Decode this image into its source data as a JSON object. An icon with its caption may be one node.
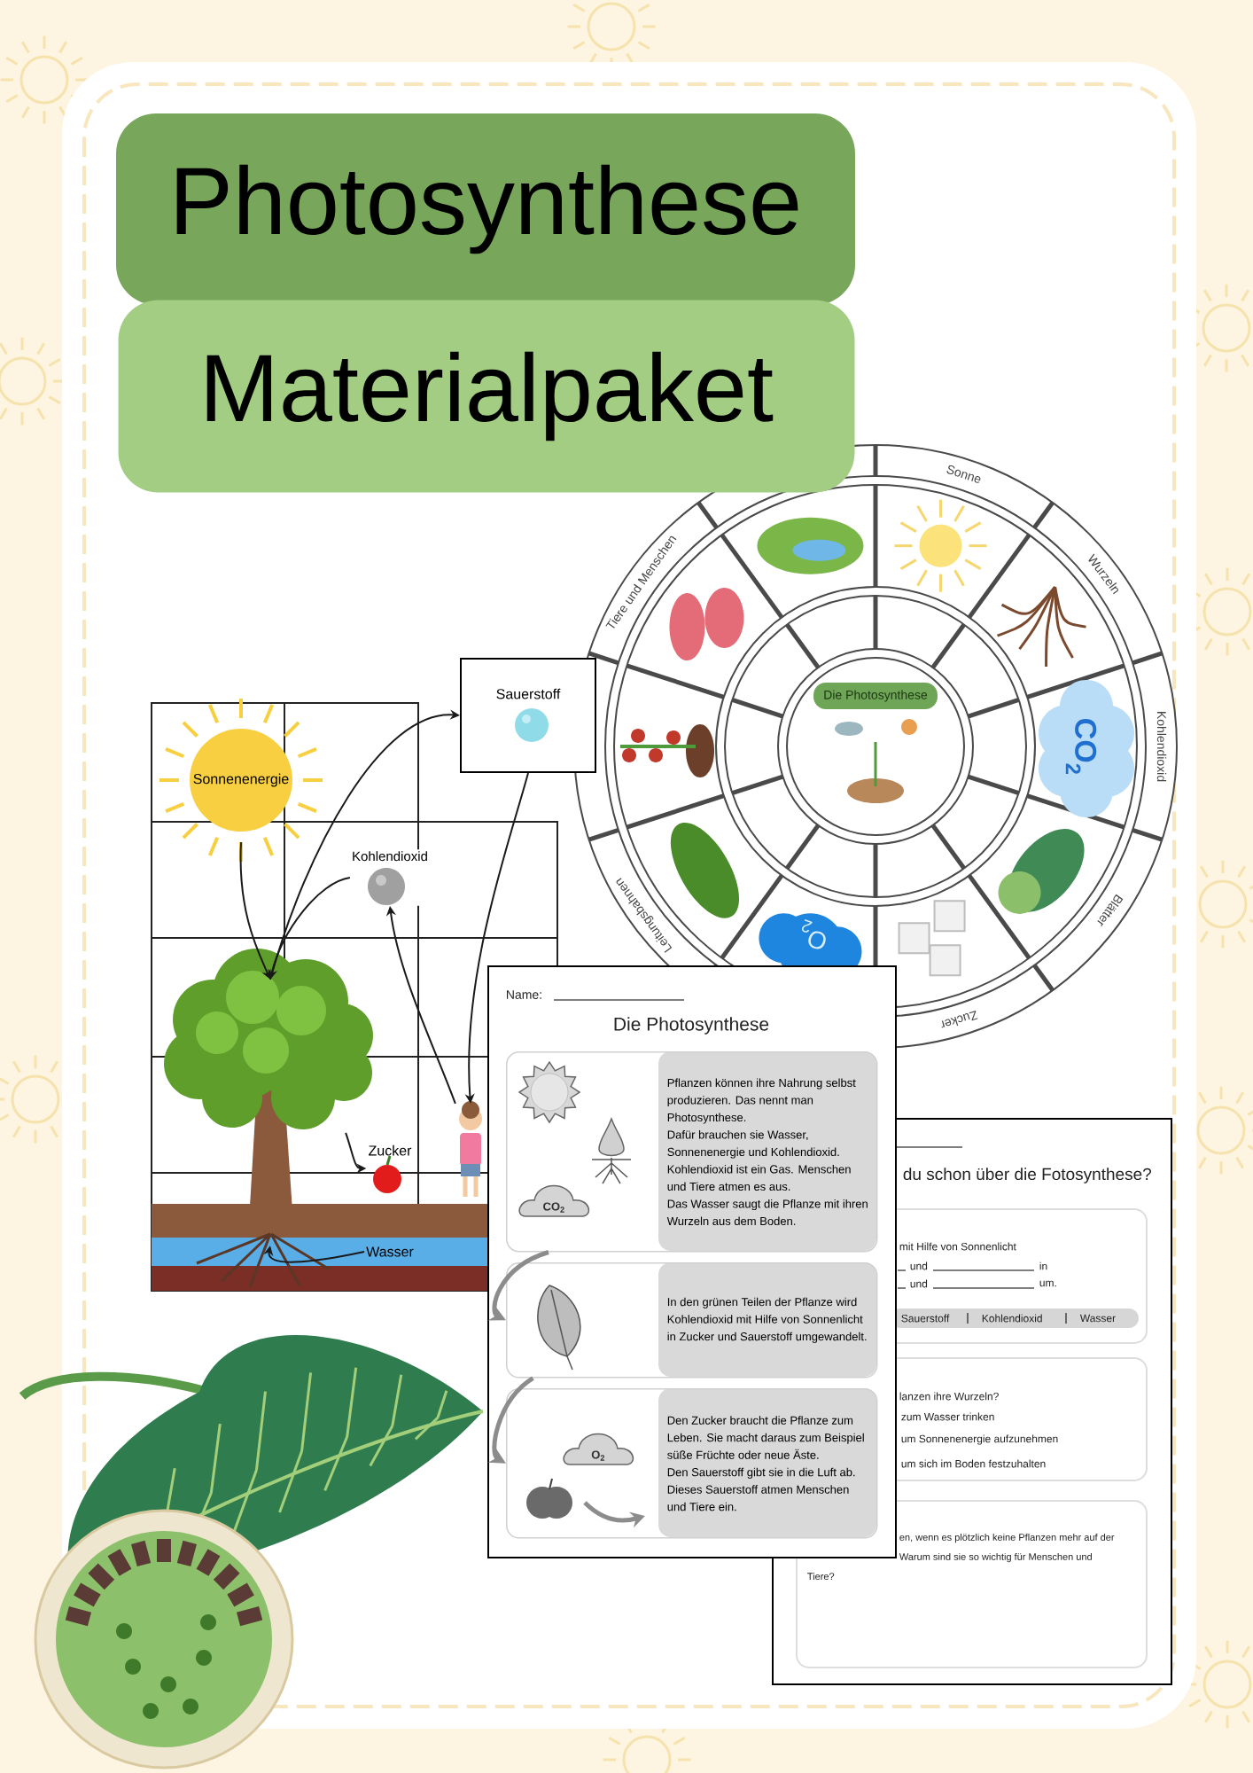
{
  "diagram": {
    "nodes": [
      {
        "text": [
          "Photosynthese"
        ]
      },
      {
        "text": [
          "Materialpaket"
        ]
      },
      {
        "text": [
          "Sauerstoff"
        ]
      },
      {
        "text": [
          "Sonnenenergie"
        ]
      },
      {
        "text": [
          "Kohlendioxid"
        ]
      },
      {
        "text": [],
        "shape": "picture"
      },
      {
        "text": [
          "Zucker"
        ]
      },
      {
        "text": [],
        "shape": "person"
      },
      {
        "text": [
          "Wasser"
        ]
      },
      {
        "text": [
          "Pflanzen können ihre Nahrung selbst produzieren. Das nennt man Photosynthese.",
          "Dafür brauchen sie Wasser, Sonnenenergie und Kohlendioxid.",
          "Kohlendioxid ist ein Gas. Menschen und Tiere atmen es aus.",
          "Das Wasser saugt die Pflanze mit ihren Wurzeln aus dem Boden."
        ]
      },
      {
        "text": [
          "In den grünen Teilen der Pflanze wird Kohlendioxid mit Hilfe von Sonnenlicht in Zucker und Sauerstoff umgewandelt."
        ]
      },
      {
        "text": [
          "Den Zucker braucht die Pflanze zum Leben. Sie macht daraus zum Beispiel süße Früchte oder neue Äste.",
          "Den Sauerstoff gibt sie in die Luft ab.",
          "Dieses Sauerstoff atmen Menschen und Tiere ein."
        ]
      }
    ],
    "edges": [
      {
        "from": 3,
        "to": 5,
        "arrow": "to"
      },
      {
        "from": 4,
        "to": 5,
        "arrow": "to"
      },
      {
        "from": 5,
        "to": 2,
        "arrow": "to"
      },
      {
        "from": 2,
        "to": 7,
        "arrow": "to"
      },
      {
        "from": 7,
        "to": 4,
        "arrow": "to"
      },
      {
        "from": 5,
        "to": 6,
        "arrow": "to"
      },
      {
        "from": 8,
        "to": 5,
        "arrow": "to"
      },
      {
        "from": 9,
        "to": 10,
        "arrow": "to",
        "style": "thick",
        "color": "#8c8c8c"
      },
      {
        "from": 10,
        "to": 11,
        "arrow": "to",
        "style": "thick",
        "color": "#8c8c8c"
      }
    ],
    "labels": [
      "Sonne",
      "Tiere und Menschen",
      "Wurzeln",
      "Die Photosynthese",
      "CO$_{2}$",
      "Kohlendioxid",
      "Leitungsbahnen",
      "Blätter",
      "O$_{2}$",
      "Zucker",
      "Name:",
      "Die Photosynthese",
      "CO$_{2}$",
      "O$_{2}$",
      "du schon über die Fotosynthese?",
      "mit Hilfe von Sonnenlicht",
      "und",
      "in",
      "und",
      "um.",
      "Sauerstoff",
      "Kohlendioxid",
      "Wasser",
      "lanzen ihre Wurzeln?",
      "zum Wasser trinken",
      "um Sonnenenergie aufzunehmen",
      "um sich im Boden festzuhalten",
      "en, wenn es plötzlich keine Pflanzen mehr auf der",
      "Warum sind sie so wichtig für Menschen und",
      "Tiere?"
    ]
  }
}
